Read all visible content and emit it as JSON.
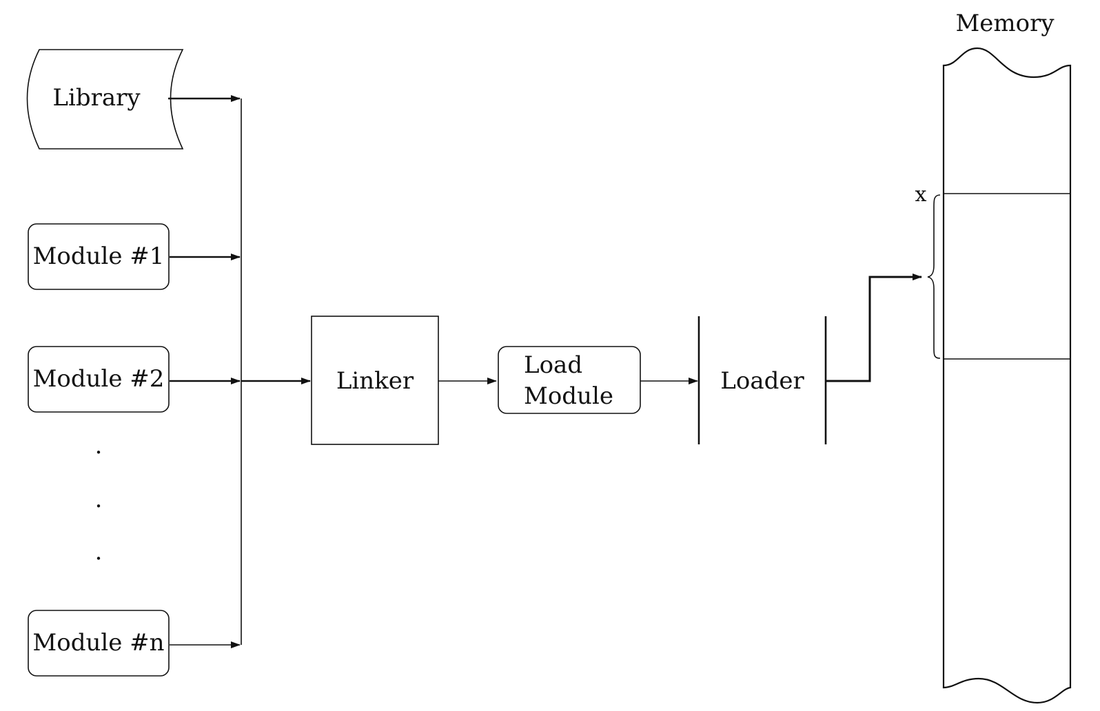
{
  "diagram": {
    "library": "Library",
    "modules": [
      "Module #1",
      "Module #2",
      "Module #n"
    ],
    "ellipsis": [
      "·",
      "·",
      "·"
    ],
    "linker": "Linker",
    "load_module": [
      "Load",
      "Module"
    ],
    "loader": "Loader",
    "memory": "Memory",
    "x_label": "x"
  }
}
